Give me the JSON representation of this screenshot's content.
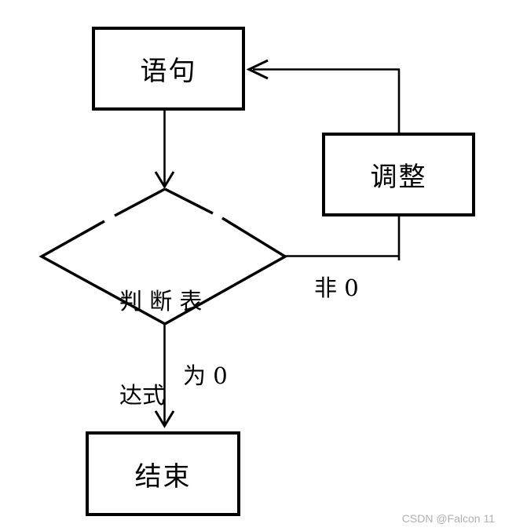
{
  "diagram": {
    "nodes": {
      "statement": {
        "label": "语句"
      },
      "adjust": {
        "label": "调整"
      },
      "condition": {
        "label_line1": "判 断 表",
        "label_line2": "达式"
      },
      "end": {
        "label": "结束"
      }
    },
    "edge_labels": {
      "nonzero": "非 0",
      "zero": "为 0"
    },
    "colors": {
      "stroke": "#000000",
      "background": "#ffffff",
      "watermark_text": "#b0b0b0"
    }
  },
  "watermark": {
    "text": "CSDN @Falcon 11"
  }
}
